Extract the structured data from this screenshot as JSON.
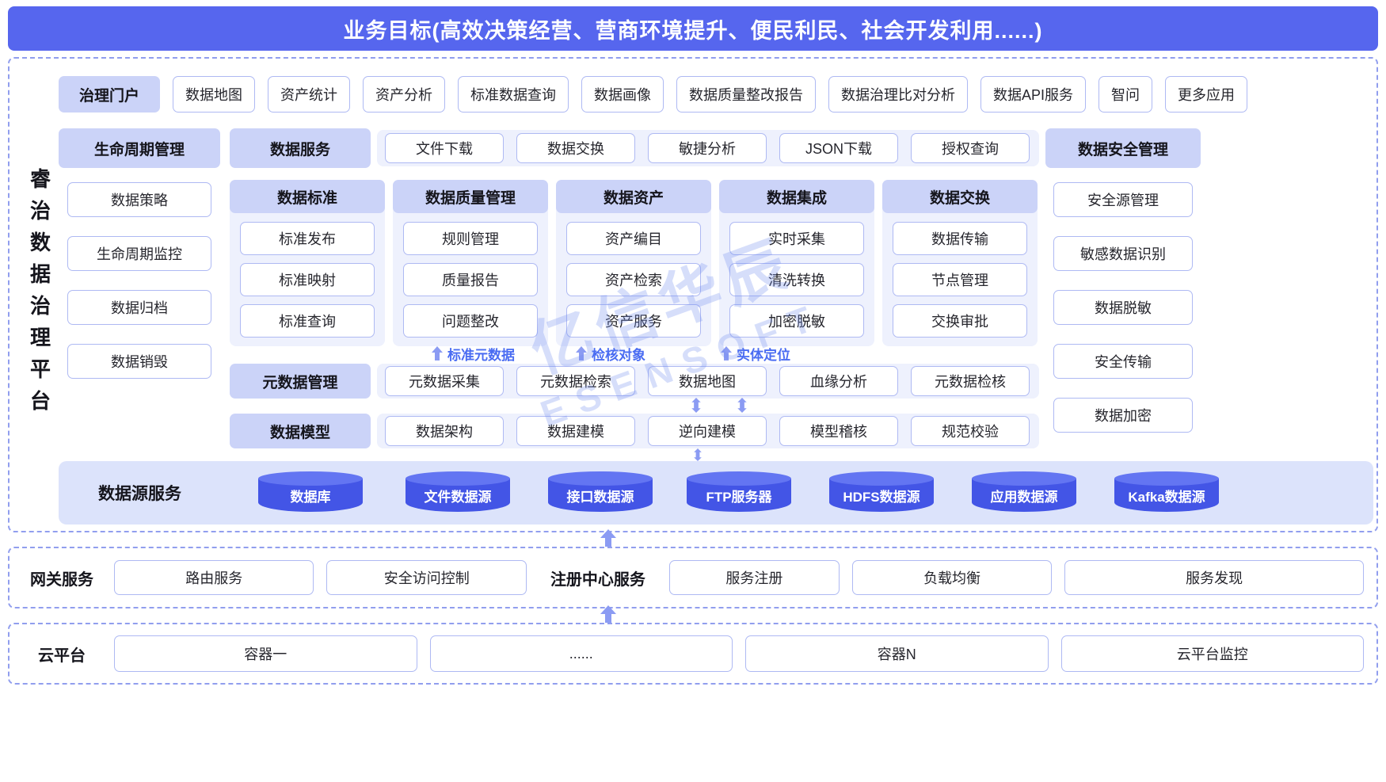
{
  "banner": {
    "title": "业务目标(高效决策经营、营商环境提升、便民利民、社会开发利用......)"
  },
  "platform": {
    "side_label": "睿治数据治理平台",
    "portal": {
      "header": "治理门户",
      "items": [
        "数据地图",
        "资产统计",
        "资产分析",
        "标准数据查询",
        "数据画像",
        "数据质量整改报告",
        "数据治理比对分析",
        "数据API服务",
        "智问",
        "更多应用"
      ]
    },
    "lifecycle": {
      "header": "生命周期管理",
      "items": [
        "数据策略",
        "生命周期监控",
        "数据归档",
        "数据销毁"
      ]
    },
    "data_service": {
      "header": "数据服务",
      "items": [
        "文件下载",
        "数据交换",
        "敏捷分析",
        "JSON下载",
        "授权查询"
      ]
    },
    "security": {
      "header": "数据安全管理",
      "items": [
        "安全源管理",
        "敏感数据识别",
        "数据脱敏",
        "安全传输",
        "数据加密"
      ]
    },
    "modules": [
      {
        "header": "数据标准",
        "items": [
          "标准发布",
          "标准映射",
          "标准查询"
        ]
      },
      {
        "header": "数据质量管理",
        "items": [
          "规则管理",
          "质量报告",
          "问题整改"
        ]
      },
      {
        "header": "数据资产",
        "items": [
          "资产编目",
          "资产检索",
          "资产服务"
        ]
      },
      {
        "header": "数据集成",
        "items": [
          "实时采集",
          "清洗转换",
          "加密脱敏"
        ]
      },
      {
        "header": "数据交换",
        "items": [
          "数据传输",
          "节点管理",
          "交换审批"
        ]
      }
    ],
    "flow_labels": [
      "标准元数据",
      "检核对象",
      "实体定位"
    ],
    "metadata": {
      "header": "元数据管理",
      "items": [
        "元数据采集",
        "元数据检索",
        "数据地图",
        "血缘分析",
        "元数据检核"
      ]
    },
    "model": {
      "header": "数据模型",
      "items": [
        "数据架构",
        "数据建模",
        "逆向建模",
        "模型稽核",
        "规范校验"
      ]
    },
    "datasource": {
      "header": "数据源服务",
      "items": [
        "数据库",
        "文件数据源",
        "接口数据源",
        "FTP服务器",
        "HDFS数据源",
        "应用数据源",
        "Kafka数据源"
      ]
    }
  },
  "gateway": {
    "label": "网关服务",
    "items": [
      "路由服务",
      "安全访问控制"
    ],
    "registry_label": "注册中心服务",
    "registry_items": [
      "服务注册",
      "负载均衡",
      "服务发现"
    ]
  },
  "cloud": {
    "label": "云平台",
    "items": [
      "容器一",
      "......",
      "容器N",
      "云平台监控"
    ]
  },
  "watermark": {
    "line1": "亿信华辰",
    "line2": "ESENSOFT"
  },
  "colors": {
    "banner": "#5666ee",
    "header_fill": "#cbd3f8",
    "box_border": "#aeb9f3",
    "panel_tint": "#eef1fd",
    "datasource_panel": "#dce3fb",
    "cylinder_body": "#4355e6",
    "cylinder_top": "#6375f2",
    "dashed_border": "#919eee",
    "arrow": "#8b9bf3",
    "flow_label_text": "#4a6cf2"
  }
}
